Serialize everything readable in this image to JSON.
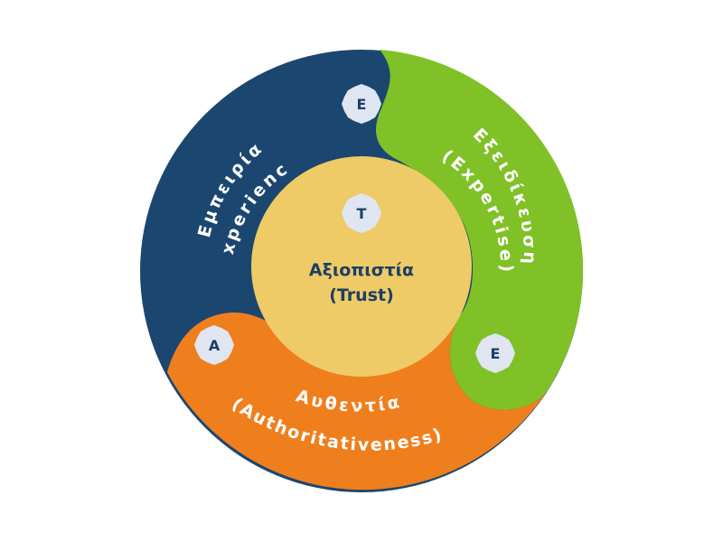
{
  "colors": {
    "experience": "#1b4670",
    "expertise": "#7fc126",
    "authoritativeness": "#ef7f1d",
    "trust": "#eecb66",
    "badge_fill": "#dfe6f2",
    "badge_text": "#1c3f66",
    "center_text": "#1c3f66"
  },
  "segments": {
    "experience": {
      "letter": "E",
      "label_line1": "Εμπειρία",
      "label_line2": "(Experience)"
    },
    "expertise": {
      "letter": "E",
      "label_line1": "Εξειδίκευση",
      "label_line2": "(Expertise)"
    },
    "authoritativeness": {
      "letter": "A",
      "label_line1": "Αυθεντία",
      "label_line2": "(Authoritativeness)"
    }
  },
  "center": {
    "letter": "T",
    "title_line1": "Αξιοπιστία",
    "title_line2": "(Trust)"
  }
}
